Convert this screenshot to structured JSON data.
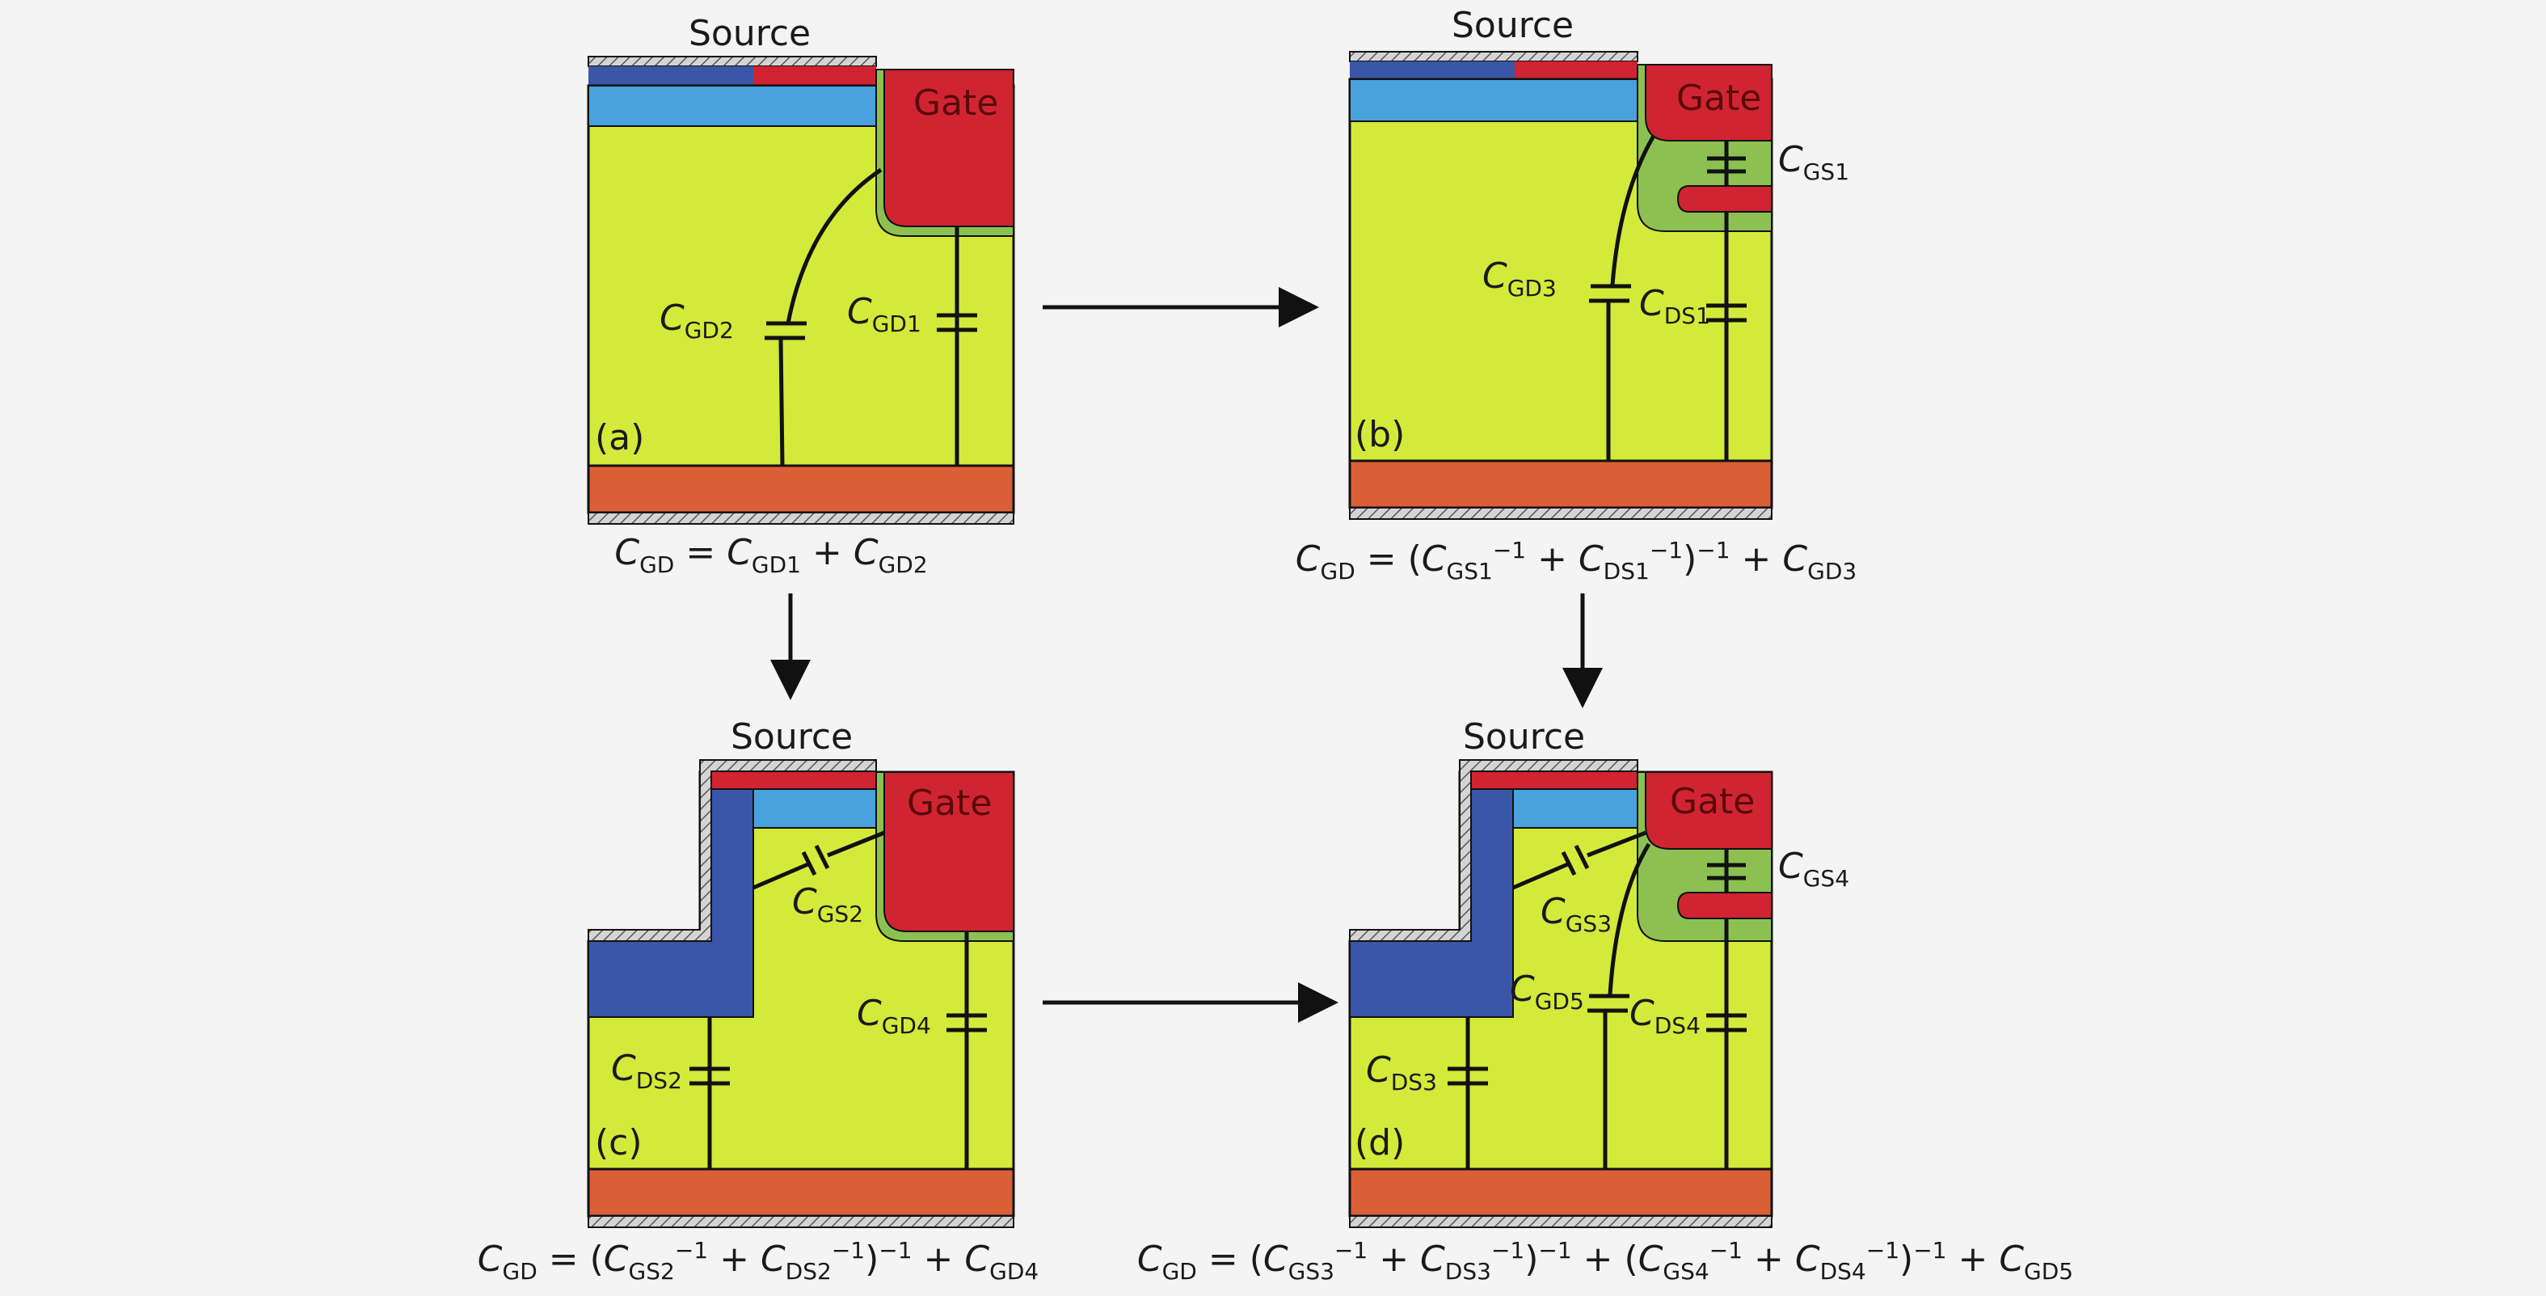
{
  "panels": [
    {
      "id": "a",
      "tag": "(a)",
      "source": "Source",
      "gate": "Gate",
      "caps": [
        {
          "n": "GD2"
        },
        {
          "n": "GD1"
        }
      ],
      "eq": [
        {
          "t": "C",
          "i": true
        },
        {
          "t": "GD",
          "s": true
        },
        {
          "t": " = "
        },
        {
          "t": "C",
          "i": true
        },
        {
          "t": "GD1",
          "s": true
        },
        {
          "t": " + "
        },
        {
          "t": "C",
          "i": true
        },
        {
          "t": "GD2",
          "s": true
        }
      ]
    },
    {
      "id": "b",
      "tag": "(b)",
      "source": "Source",
      "gate": "Gate",
      "caps": [
        {
          "n": "GS1"
        },
        {
          "n": "GD3"
        },
        {
          "n": "DS1"
        }
      ],
      "eq": [
        {
          "t": "C",
          "i": true
        },
        {
          "t": "GD",
          "s": true
        },
        {
          "t": " = ("
        },
        {
          "t": "C",
          "i": true
        },
        {
          "t": "GS1",
          "s": true
        },
        {
          "t": "−1",
          "u": true
        },
        {
          "t": " + "
        },
        {
          "t": "C",
          "i": true
        },
        {
          "t": "DS1",
          "s": true
        },
        {
          "t": "−1",
          "u": true
        },
        {
          "t": ")"
        },
        {
          "t": "−1",
          "u": true
        },
        {
          "t": " + "
        },
        {
          "t": "C",
          "i": true
        },
        {
          "t": "GD3",
          "s": true
        }
      ]
    },
    {
      "id": "c",
      "tag": "(c)",
      "source": "Source",
      "gate": "Gate",
      "caps": [
        {
          "n": "GS2"
        },
        {
          "n": "GD4"
        },
        {
          "n": "DS2"
        }
      ],
      "eq": [
        {
          "t": "C",
          "i": true
        },
        {
          "t": "GD",
          "s": true
        },
        {
          "t": " = ("
        },
        {
          "t": "C",
          "i": true
        },
        {
          "t": "GS2",
          "s": true
        },
        {
          "t": "−1",
          "u": true
        },
        {
          "t": " + "
        },
        {
          "t": "C",
          "i": true
        },
        {
          "t": "DS2",
          "s": true
        },
        {
          "t": "−1",
          "u": true
        },
        {
          "t": ")"
        },
        {
          "t": "−1",
          "u": true
        },
        {
          "t": " + "
        },
        {
          "t": "C",
          "i": true
        },
        {
          "t": "GD4",
          "s": true
        }
      ]
    },
    {
      "id": "d",
      "tag": "(d)",
      "source": "Source",
      "gate": "Gate",
      "caps": [
        {
          "n": "GS3"
        },
        {
          "n": "GS4"
        },
        {
          "n": "GD5"
        },
        {
          "n": "DS4"
        },
        {
          "n": "DS3"
        }
      ],
      "eq": [
        {
          "t": "C",
          "i": true
        },
        {
          "t": "GD",
          "s": true
        },
        {
          "t": " = ("
        },
        {
          "t": "C",
          "i": true
        },
        {
          "t": "GS3",
          "s": true
        },
        {
          "t": "−1",
          "u": true
        },
        {
          "t": " + "
        },
        {
          "t": "C",
          "i": true
        },
        {
          "t": "DS3",
          "s": true
        },
        {
          "t": "−1",
          "u": true
        },
        {
          "t": ")"
        },
        {
          "t": "−1",
          "u": true
        },
        {
          "t": " + ("
        },
        {
          "t": "C",
          "i": true
        },
        {
          "t": "GS4",
          "s": true
        },
        {
          "t": "−1",
          "u": true
        },
        {
          "t": " + "
        },
        {
          "t": "C",
          "i": true
        },
        {
          "t": "DS4",
          "s": true
        },
        {
          "t": "−1",
          "u": true
        },
        {
          "t": ")"
        },
        {
          "t": "−1",
          "u": true
        },
        {
          "t": " + "
        },
        {
          "t": "C",
          "i": true
        },
        {
          "t": "GD5",
          "s": true
        }
      ]
    }
  ],
  "colors": {
    "drift": "#d3ea3a",
    "gate": "#d12432",
    "gate_text": "#5a0a0a",
    "oxide": "#8cc152",
    "source_n": "#4aa2dd",
    "p_shield": "#3a56a8",
    "substrate": "#db5f36",
    "metal": "#c8c8c8",
    "wire": "#111111",
    "background": "#f4f4f4"
  }
}
